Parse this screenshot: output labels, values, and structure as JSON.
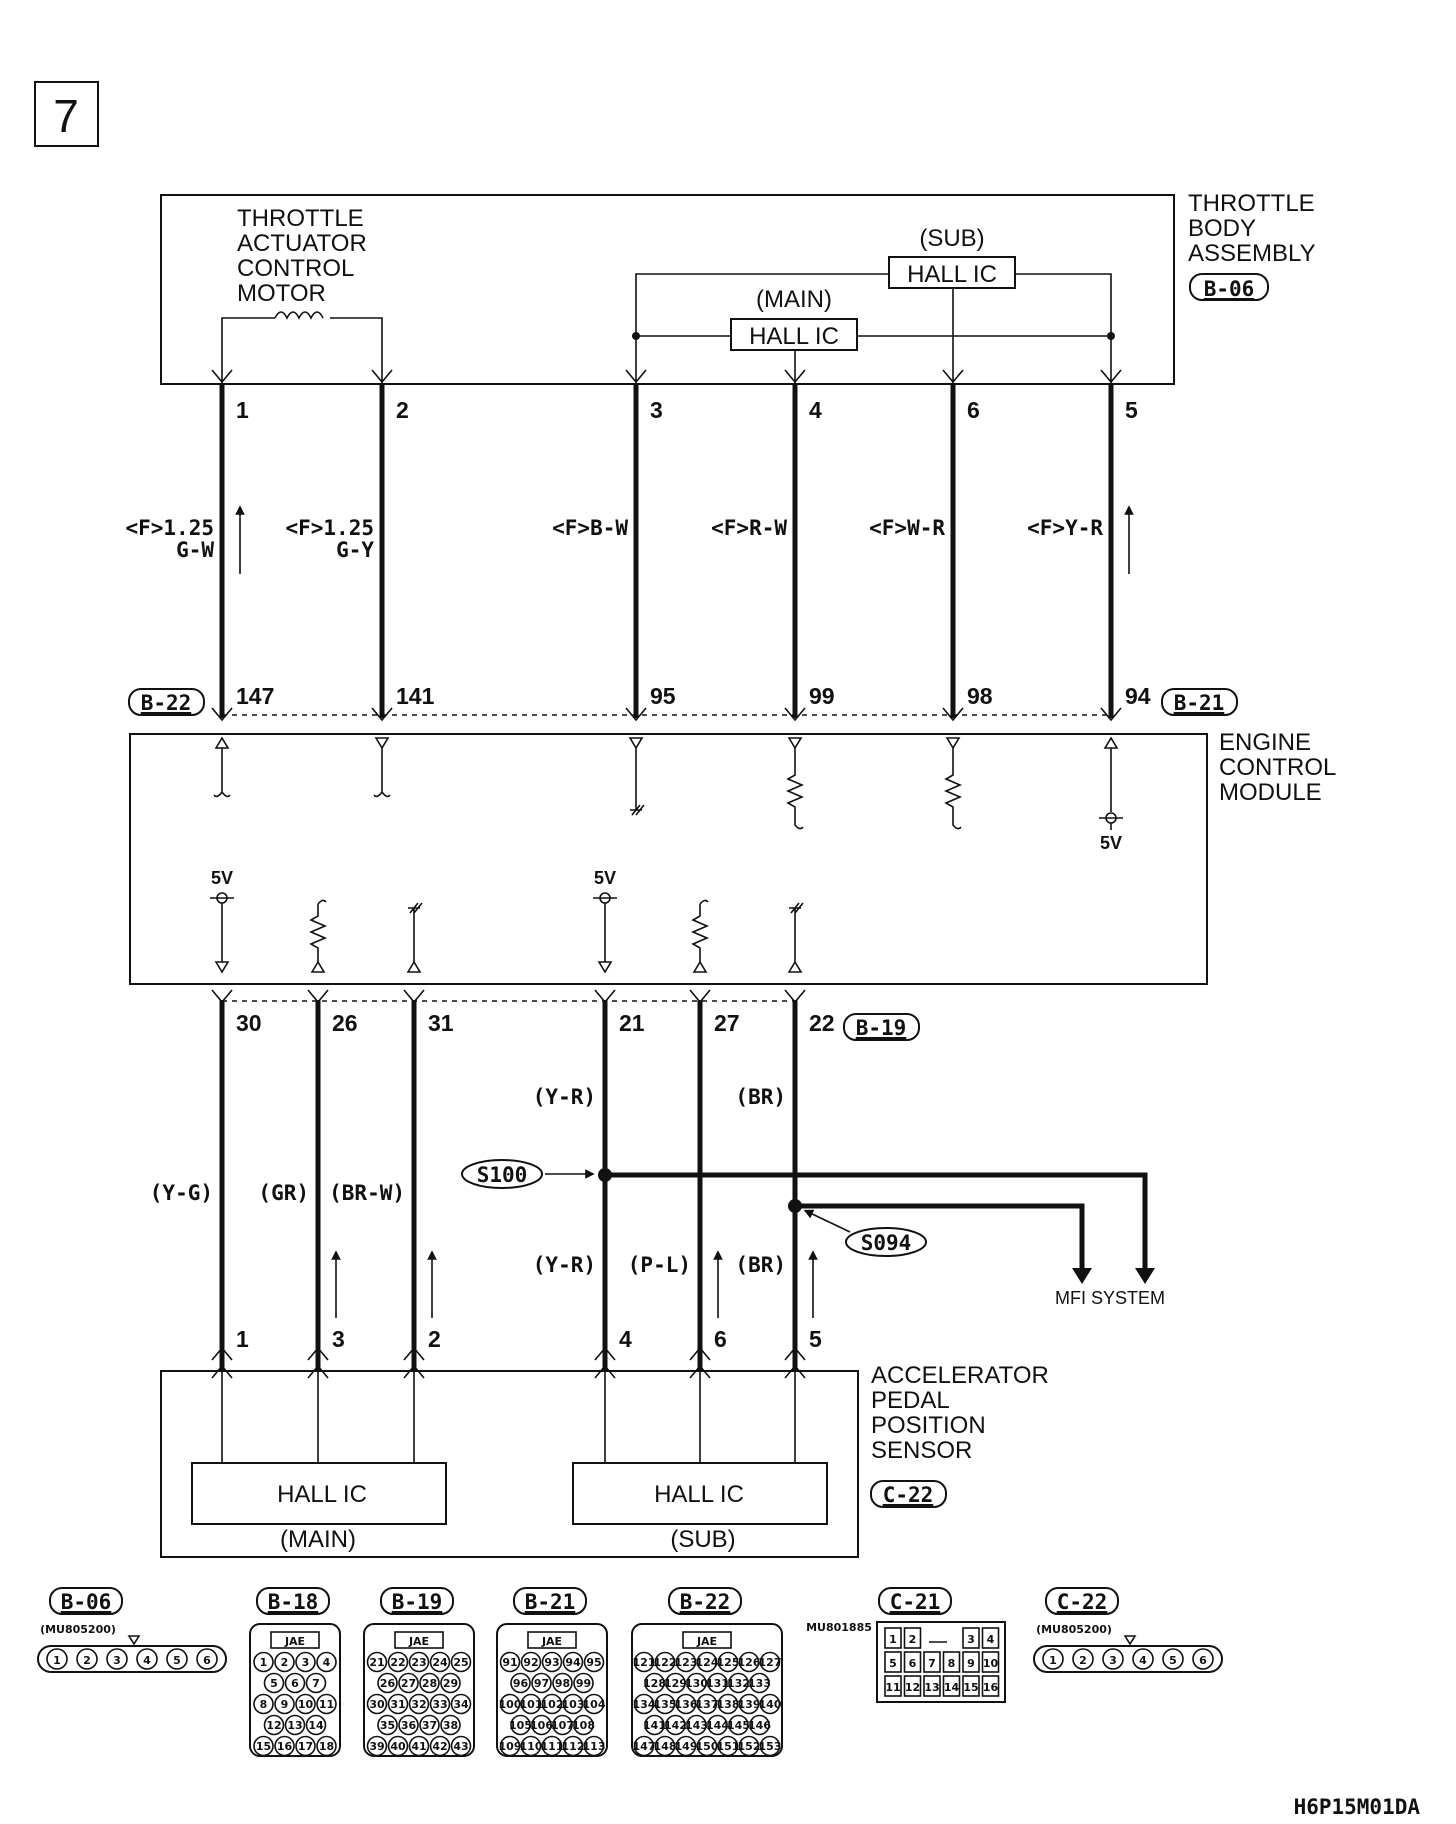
{
  "page_number": "7",
  "diagram_code": "H6P15M01DA",
  "throttle": {
    "motor_label": [
      "THROTTLE",
      "ACTUATOR",
      "CONTROL",
      "MOTOR"
    ],
    "assembly_label": [
      "THROTTLE",
      "BODY",
      "ASSEMBLY"
    ],
    "connector": "B-06",
    "sub": "(SUB)",
    "main": "(MAIN)",
    "hall_ic": "HALL IC",
    "pins": [
      "1",
      "2",
      "3",
      "4",
      "6",
      "5"
    ]
  },
  "upper_wires": {
    "w1a": "<F>1.25",
    "w1b": "G-W",
    "w2a": "<F>1.25",
    "w2b": "G-Y",
    "w3": "<F>B-W",
    "w4": "<F>R-W",
    "w5": "<F>W-R",
    "w6": "<F>Y-R"
  },
  "ecm": {
    "label": [
      "ENGINE",
      "CONTROL",
      "MODULE"
    ],
    "top_pins": [
      "147",
      "141",
      "95",
      "99",
      "98",
      "94"
    ],
    "top_left_conn": "B-22",
    "top_right_conn": "B-21",
    "bottom_pins": [
      "30",
      "26",
      "31",
      "21",
      "27",
      "22"
    ],
    "bottom_conn": "B-19",
    "v5": "5V"
  },
  "lower_wires": {
    "y_g": "(Y-G)",
    "gr": "(GR)",
    "br_w": "(BR-W)",
    "y_r": "(Y-R)",
    "br": "(BR)",
    "p_l": "(P-L)",
    "s100": "S100",
    "s094": "S094",
    "mfi": "MFI SYSTEM"
  },
  "apps": {
    "label": [
      "ACCELERATOR",
      "PEDAL",
      "POSITION",
      "SENSOR"
    ],
    "connector": "C-22",
    "pins": [
      "1",
      "3",
      "2",
      "4",
      "6",
      "5"
    ],
    "hall_ic": "HALL IC",
    "main": "(MAIN)",
    "sub": "(SUB)"
  },
  "connectors": {
    "b06": {
      "name": "B-06",
      "part": "(MU805200)",
      "pins": [
        "1",
        "2",
        "3",
        "4",
        "5",
        "6"
      ]
    },
    "b18": {
      "name": "B-18",
      "brand": "JAE",
      "pins": [
        "1",
        "2",
        "3",
        "4",
        "5",
        "6",
        "7",
        "8",
        "9",
        "10",
        "11",
        "12",
        "13",
        "14",
        "15",
        "16",
        "17",
        "18"
      ]
    },
    "b19": {
      "name": "B-19",
      "brand": "JAE",
      "pins": [
        "21",
        "22",
        "23",
        "24",
        "25",
        "26",
        "27",
        "28",
        "29",
        "30",
        "31",
        "32",
        "33",
        "34",
        "35",
        "36",
        "37",
        "38",
        "39",
        "40",
        "41",
        "42",
        "43"
      ]
    },
    "b21": {
      "name": "B-21",
      "brand": "JAE",
      "pins": [
        "91",
        "92",
        "93",
        "94",
        "95",
        "96",
        "97",
        "98",
        "99",
        "100",
        "101",
        "102",
        "103",
        "104",
        "105",
        "106",
        "107",
        "108",
        "109",
        "110",
        "111",
        "112",
        "113"
      ]
    },
    "b22": {
      "name": "B-22",
      "brand": "JAE",
      "pins": [
        "121",
        "122",
        "123",
        "124",
        "125",
        "126",
        "127",
        "128",
        "129",
        "130",
        "131",
        "132",
        "133",
        "134",
        "135",
        "136",
        "137",
        "138",
        "139",
        "140",
        "141",
        "142",
        "143",
        "144",
        "145",
        "146",
        "147",
        "148",
        "149",
        "150",
        "151",
        "152",
        "153"
      ]
    },
    "c21": {
      "name": "C-21",
      "part": "MU801885",
      "pins": [
        "1",
        "2",
        "3",
        "4",
        "5",
        "6",
        "7",
        "8",
        "9",
        "10",
        "11",
        "12",
        "13",
        "14",
        "15",
        "16"
      ]
    },
    "c22": {
      "name": "C-22",
      "part": "(MU805200)",
      "pins": [
        "1",
        "2",
        "3",
        "4",
        "5",
        "6"
      ]
    }
  }
}
